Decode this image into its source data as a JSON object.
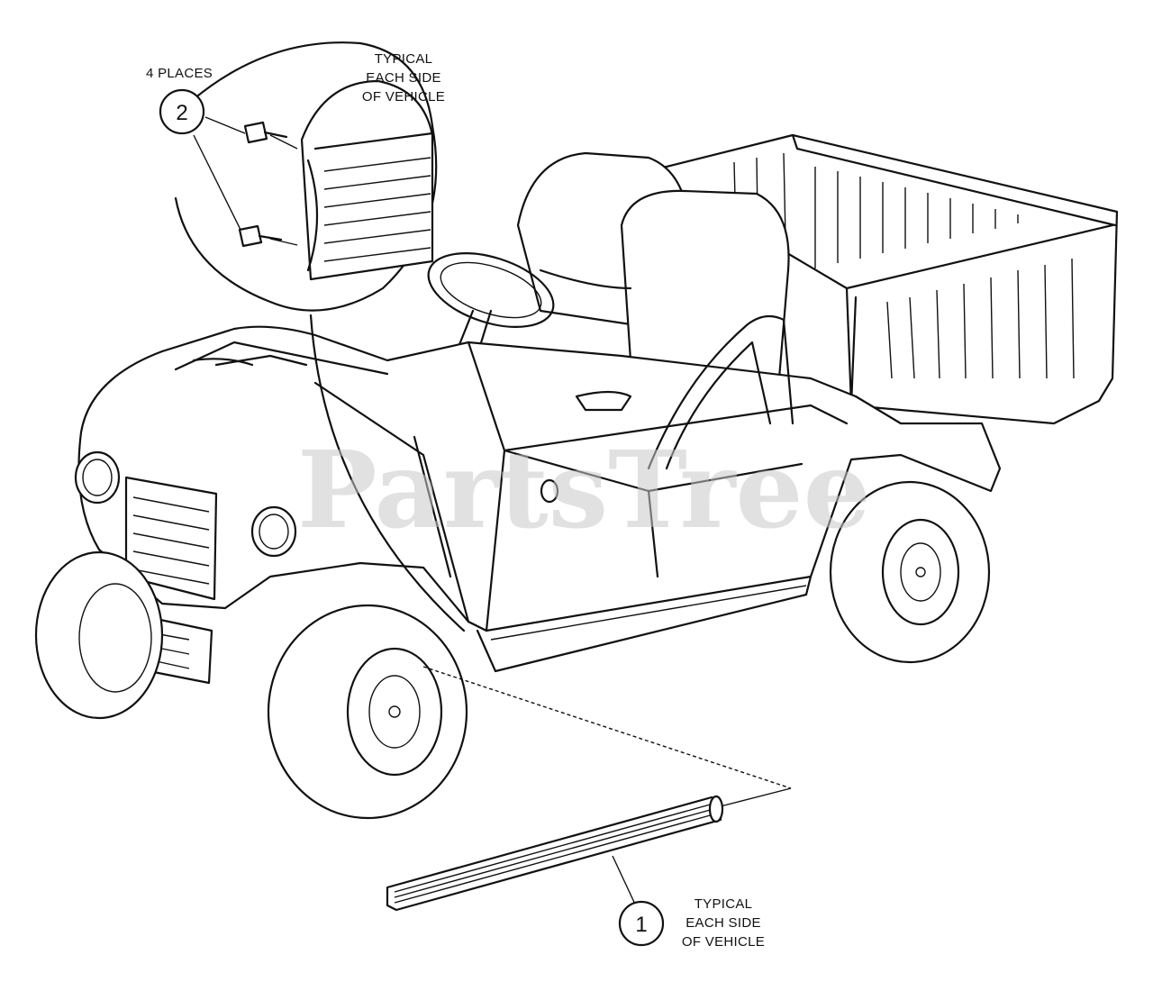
{
  "watermark": "PartsTree",
  "callouts": [
    {
      "number": "2",
      "note": "4 PLACES"
    },
    {
      "number": "1"
    }
  ],
  "detail_note": [
    "TYPICAL",
    "EACH SIDE",
    "OF VEHICLE"
  ],
  "rocker_note": [
    "TYPICAL",
    "EACH SIDE",
    "OF VEHICLE"
  ]
}
